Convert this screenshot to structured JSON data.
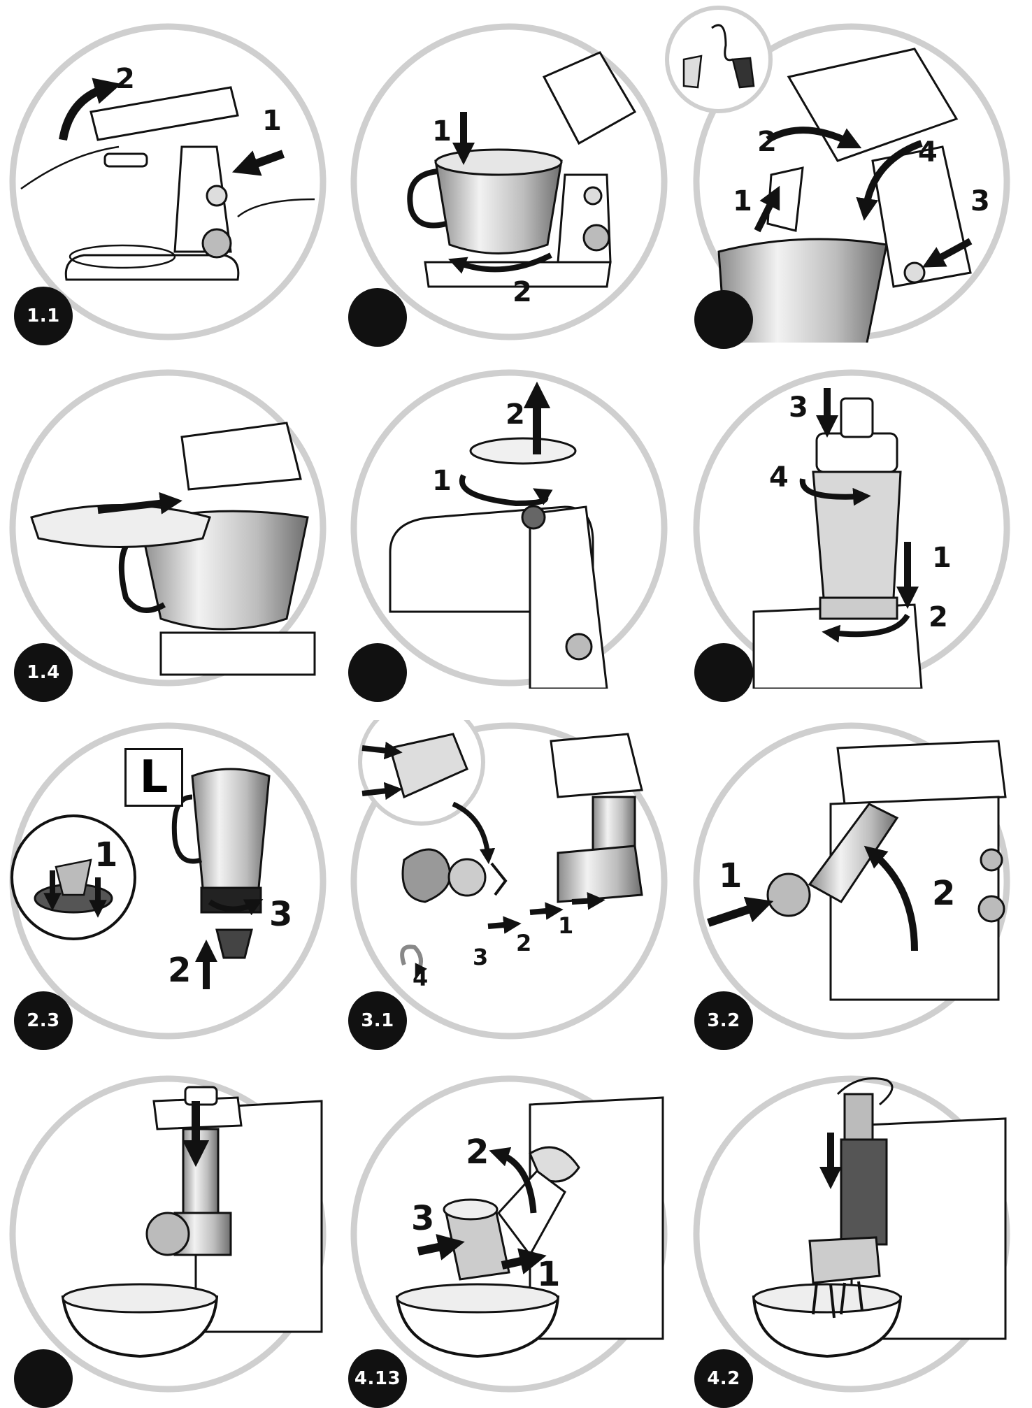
{
  "steps": [
    {
      "badge": "1.1",
      "callouts": [
        "2",
        "1"
      ]
    },
    {
      "badge": "",
      "callouts": [
        "1",
        "2"
      ]
    },
    {
      "badge": "",
      "callouts": [
        "2",
        "4",
        "1",
        "3"
      ]
    },
    {
      "badge": "1.4",
      "callouts": []
    },
    {
      "badge": "",
      "callouts": [
        "2",
        "1"
      ]
    },
    {
      "badge": "",
      "callouts": [
        "3",
        "4",
        "1",
        "2"
      ]
    },
    {
      "badge": "2.3",
      "callouts": [
        "1",
        "2",
        "3"
      ],
      "box_label": "L"
    },
    {
      "badge": "3.1",
      "callouts": [
        "1",
        "2",
        "3",
        "4"
      ]
    },
    {
      "badge": "3.2",
      "callouts": [
        "1",
        "2"
      ]
    },
    {
      "badge": "",
      "callouts": []
    },
    {
      "badge": "4.13",
      "callouts": [
        "2",
        "3",
        "1"
      ]
    },
    {
      "badge": "4.2",
      "callouts": []
    }
  ],
  "icons": {
    "arrow": "solid-black-arrow-icon",
    "rotation": "curved-rotation-arrow-icon",
    "mixer": "stand-mixer-illustration",
    "bowl": "mixing-bowl-illustration",
    "blender": "blender-jar-illustration",
    "grinder": "meat-grinder-illustration",
    "grater": "drum-grater-illustration"
  },
  "colors": {
    "ink": "#111111",
    "ring": "#cfcfcf",
    "steel": "#bdbdbd",
    "paper": "#ffffff"
  }
}
